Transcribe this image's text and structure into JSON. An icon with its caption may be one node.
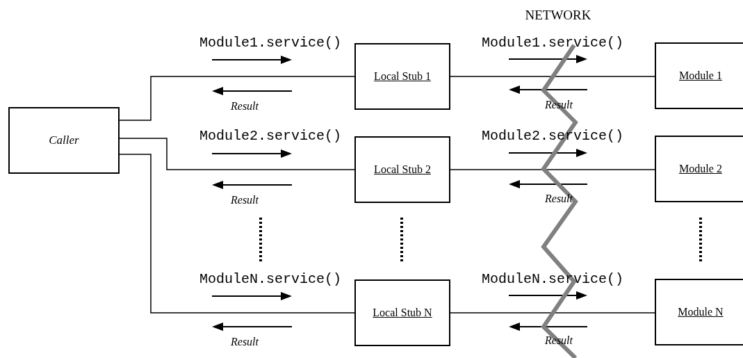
{
  "diagram": {
    "nodes": [
      {
        "text": [
          "Caller"
        ]
      },
      {
        "text": [
          "Local Stub 1"
        ]
      },
      {
        "text": [
          "Local Stub 2"
        ]
      },
      {
        "text": [
          "Local Stub N"
        ]
      },
      {
        "text": [
          "Module 1"
        ]
      },
      {
        "text": [
          "Module 2"
        ]
      },
      {
        "text": [
          "Module N"
        ]
      }
    ],
    "edges": [
      {
        "from": 0,
        "to": 1,
        "arrow": "none"
      },
      {
        "from": 0,
        "to": 2,
        "arrow": "none"
      },
      {
        "from": 0,
        "to": 3,
        "arrow": "none"
      },
      {
        "from": 1,
        "to": 4,
        "arrow": "none"
      },
      {
        "from": 2,
        "to": 5,
        "arrow": "none"
      },
      {
        "from": 3,
        "to": 6,
        "arrow": "none"
      }
    ],
    "labels": [
      "NETWORK",
      "Module1.service()",
      "Module1.service()",
      "Result",
      "Result",
      "Module2.service()",
      "Module2.service()",
      "Result",
      "Result",
      "ModuleN.service()",
      "ModuleN.service()",
      "Result",
      "Result"
    ]
  }
}
